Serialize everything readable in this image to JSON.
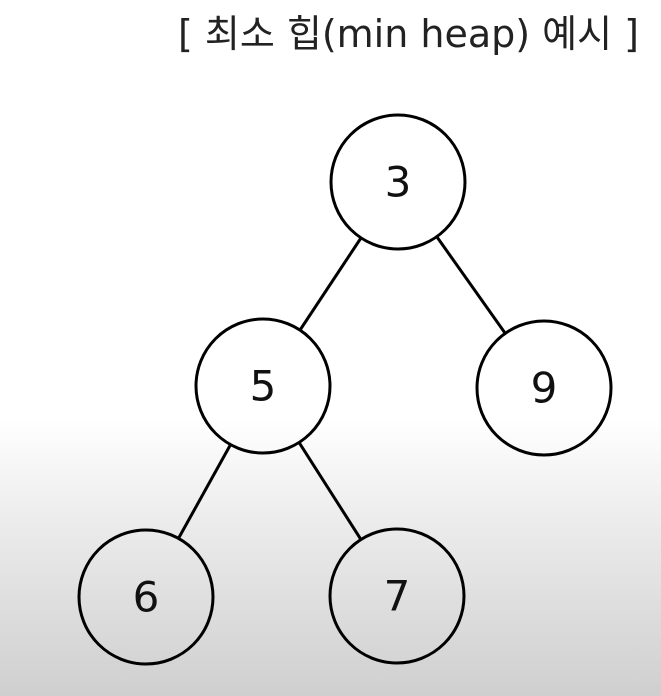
{
  "title": "[ 최소 힙(min heap) 예시 ]",
  "tree": {
    "nodes": [
      {
        "id": "root",
        "value": "3"
      },
      {
        "id": "left",
        "value": "5"
      },
      {
        "id": "right",
        "value": "9"
      },
      {
        "id": "left-left",
        "value": "6"
      },
      {
        "id": "left-right",
        "value": "7"
      }
    ],
    "edges": [
      {
        "from": "root",
        "to": "left"
      },
      {
        "from": "root",
        "to": "right"
      },
      {
        "from": "left",
        "to": "left-left"
      },
      {
        "from": "left",
        "to": "left-right"
      }
    ]
  }
}
